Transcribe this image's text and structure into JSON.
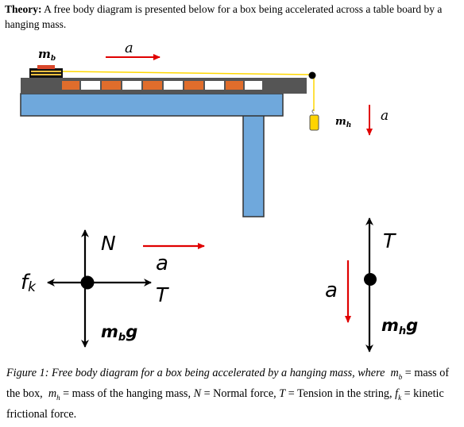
{
  "theory": {
    "label": "Theory:",
    "text": "A free body diagram is presented below for a box being accelerated across a table board by a hanging mass."
  },
  "setup": {
    "box_label": "m",
    "box_sub": "b",
    "accel_label": "a",
    "hanging_label": "m",
    "hanging_sub": "h",
    "hanging_accel_label": "a"
  },
  "fbd_box": {
    "normal": "N",
    "accel": "a",
    "friction": "f",
    "friction_sub": "k",
    "tension": "T",
    "weight": "m",
    "weight_sub": "b",
    "weight_g": "g"
  },
  "fbd_hanging": {
    "tension": "T",
    "accel": "a",
    "weight": "m",
    "weight_sub": "h",
    "weight_g": "g"
  },
  "caption": {
    "figure": "Figure 1: Free body diagram for a box being accelerated by a hanging mass, where",
    "mb": "m",
    "mb_sub": "b",
    "mb_desc": "= mass of the box,",
    "mh": "m",
    "mh_sub": "h",
    "mh_desc": "= mass of the hanging mass,",
    "n": "N",
    "n_desc": "= Normal force,",
    "t": "T",
    "t_desc": "= Tension in the string,",
    "fk": "f",
    "fk_sub": "k",
    "fk_desc": "= kinetic frictional force."
  },
  "colors": {
    "table_top": "#6fa8dc",
    "board": "#555555",
    "stripe_orange": "#e06d2c",
    "stripe_white": "#ffffff",
    "string": "#ffd700",
    "accel_arrow": "#e00000",
    "force_arrow": "#000000"
  }
}
